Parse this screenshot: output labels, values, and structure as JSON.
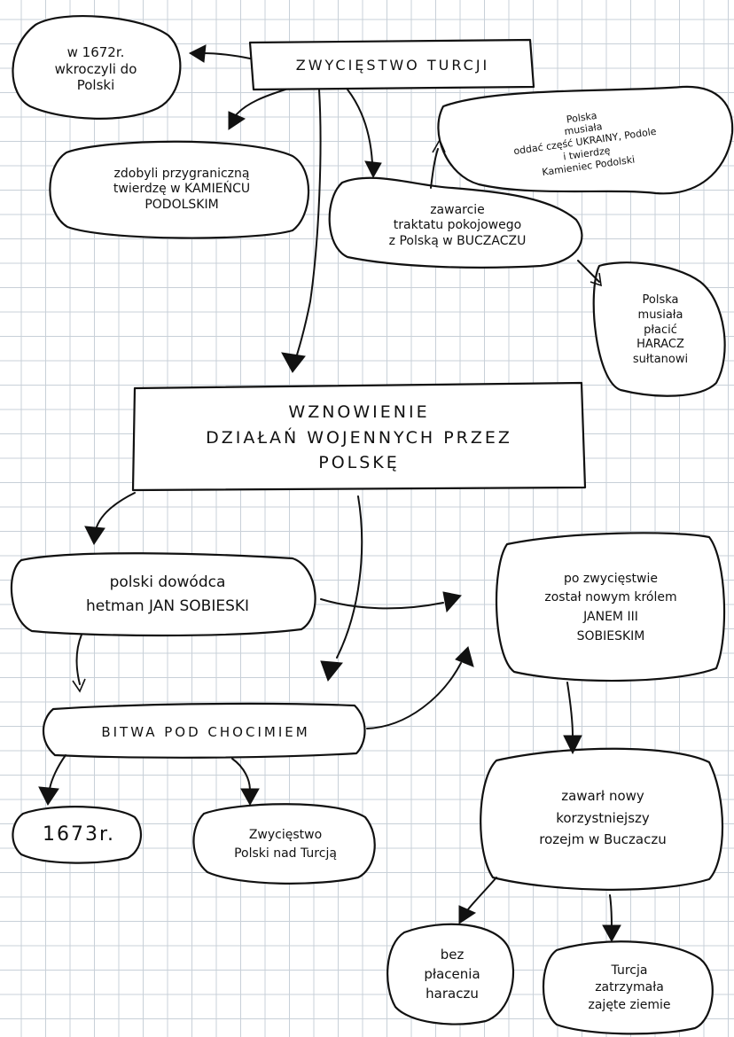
{
  "nodes": {
    "n_1672": {
      "lines": [
        "w 1672r.",
        "wkroczyli do",
        "Polski"
      ]
    },
    "zwyciestwo_turcji": {
      "lines": [
        "ZWYCIĘSTWO TURCJI"
      ]
    },
    "zdobyli": {
      "lines": [
        "zdobyli przygraniczną",
        "twierdzę w KAMIEŃCU",
        "PODOLSKIM"
      ]
    },
    "zawarcie": {
      "lines": [
        "zawarcie",
        "traktatu pokojowego",
        "z Polską w BUCZACZU"
      ]
    },
    "polska_oddac": {
      "lines": [
        "Polska",
        "musiała",
        "oddać część UKRAINY, Podole",
        "i twierdzę",
        "Kamieniec Podolski"
      ]
    },
    "polska_haracz": {
      "lines": [
        "Polska",
        "musiała",
        "płacić",
        "HARACZ",
        "sułtanowi"
      ]
    },
    "wznowienie": {
      "lines": [
        "WZNOWIENIE",
        "DZIAŁAŃ WOJENNYCH PRZEZ",
        "POLSKĘ"
      ]
    },
    "dowodca": {
      "lines": [
        "polski dowódca",
        "hetman JAN SOBIESKI"
      ]
    },
    "krol": {
      "lines": [
        "po zwycięstwie",
        "został nowym królem",
        "JANEM III",
        "SOBIESKIM"
      ]
    },
    "bitwa": {
      "lines": [
        "BITWA POD CHOCIMIEM"
      ]
    },
    "n_1673": {
      "lines": [
        "1673r."
      ]
    },
    "zwyciestwo_polski": {
      "lines": [
        "Zwycięstwo",
        "Polski nad Turcją"
      ]
    },
    "rozejm": {
      "lines": [
        "zawarł nowy",
        "korzystniejszy",
        "rozejm w Buczaczu"
      ]
    },
    "bez_placenia": {
      "lines": [
        "bez",
        "płacenia",
        "haraczu"
      ]
    },
    "turcja_zatrzymala": {
      "lines": [
        "Turcja",
        "zatrzymała",
        "zajęte ziemie"
      ]
    }
  }
}
